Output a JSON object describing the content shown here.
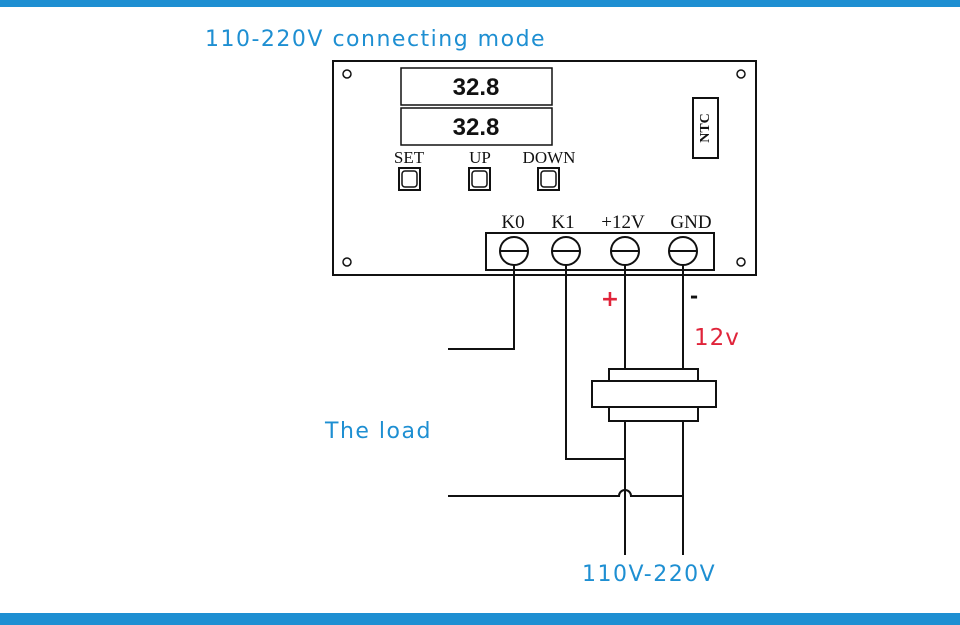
{
  "title": "110-220V connecting mode",
  "display": {
    "top_value": "32.8",
    "bottom_value": "32.8"
  },
  "ntc_label": "NTC",
  "buttons": [
    "SET",
    "UP",
    "DOWN"
  ],
  "terminals": [
    "K0",
    "K1",
    "+12V",
    "GND"
  ],
  "polarity": {
    "plus": "+",
    "minus": "-"
  },
  "supply_label": "12v",
  "load_label": "The load",
  "mains_label": "110V-220V",
  "colors": {
    "accent": "#1e8fd2",
    "polarity": "#e0243a"
  }
}
